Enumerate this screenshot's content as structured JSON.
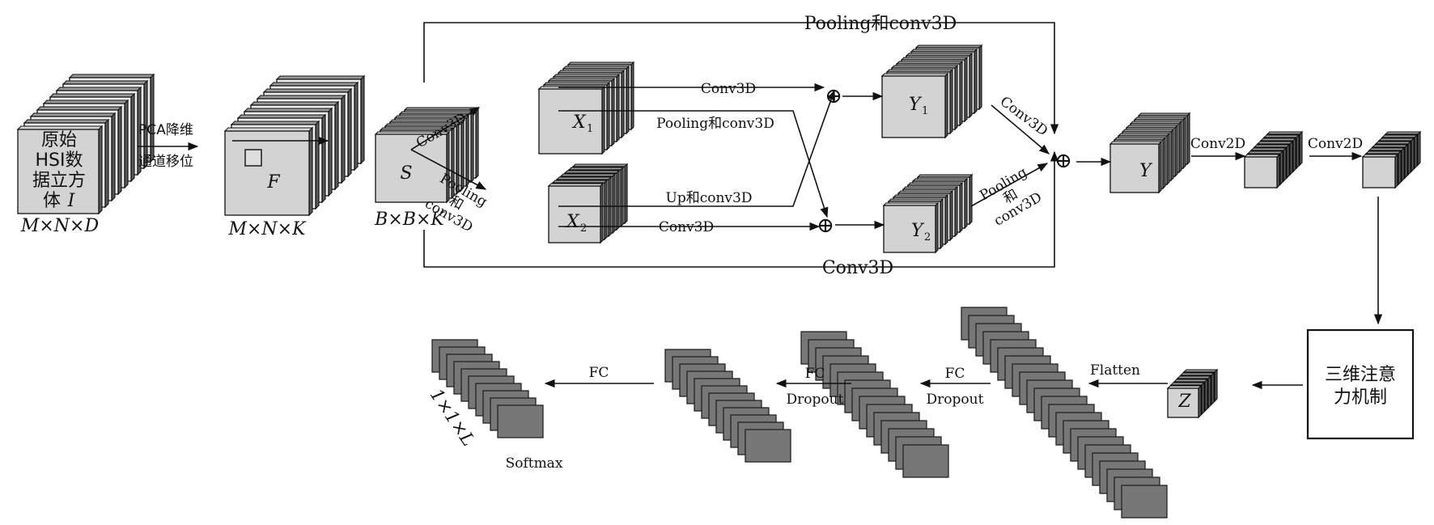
{
  "diagram": {
    "input_cube": {
      "label_lines": [
        "原始",
        "HSI数",
        "据立方",
        "体"
      ],
      "label_var": "I",
      "dims": "M×N×D"
    },
    "pca": {
      "top": "PCA降维",
      "bottom": "通道移位"
    },
    "f_cube": {
      "label": "F",
      "dims": "M×N×K"
    },
    "s_cube": {
      "label": "S",
      "dims": "B×B×K"
    },
    "edges": {
      "s_x1": "Conv3D",
      "s_x2_lines": [
        "Pooling",
        "和",
        "conv3D"
      ],
      "top_bypass": "Pooling和conv3D",
      "bottom_bypass": "Conv3D",
      "x1_plus1": "Conv3D",
      "x1_plus2": "Pooling和conv3D",
      "x2_plus1": "Up和conv3D",
      "x2_plus2": "Conv3D",
      "y1_plus": "Conv3D",
      "y2_plus_lines": [
        "Pooling",
        "和",
        "conv3D"
      ],
      "y_c1": "Conv2D",
      "c1_c2": "Conv2D",
      "att_z": "",
      "z_fc1": "Flatten",
      "fc1_fc2": [
        "FC",
        "Dropout"
      ],
      "fc2_fc3": [
        "FC",
        "Dropout"
      ],
      "fc3_out": "FC"
    },
    "x1": {
      "label": "X",
      "sub": "1"
    },
    "x2": {
      "label": "X",
      "sub": "2"
    },
    "y1": {
      "label": "Y",
      "sub": "1"
    },
    "y2": {
      "label": "Y",
      "sub": "2"
    },
    "y": {
      "label": "Y"
    },
    "attention": {
      "lines": [
        "三维注意",
        "力机制"
      ]
    },
    "z": {
      "label": "Z"
    },
    "output": {
      "dims": "1×1×L",
      "activation": "Softmax"
    },
    "plus_symbol": "⊕"
  }
}
